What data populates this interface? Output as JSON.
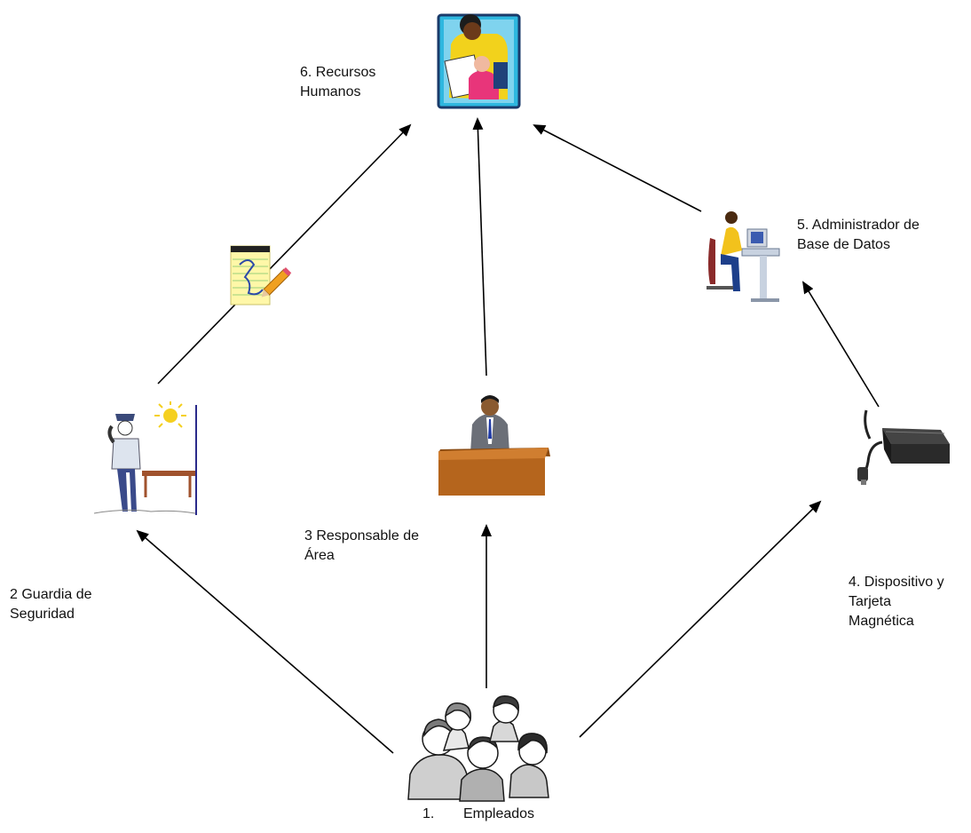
{
  "nodes": {
    "hr": {
      "line1": "6. Recursos",
      "line2": "Humanos",
      "icon": "hr-people-icon"
    },
    "dba": {
      "line1": "5. Administrador de",
      "line2": "Base de Datos",
      "icon": "computer-user-icon"
    },
    "device": {
      "line1": "4. Dispositivo y",
      "line2": "Tarjeta",
      "line3": "Magnética",
      "icon": "card-reader-icon"
    },
    "area": {
      "line1": "3 Responsable de",
      "line2": "Área",
      "icon": "person-at-desk-icon"
    },
    "guard": {
      "line1": "2 Guardia de",
      "line2": "Seguridad",
      "icon": "security-guard-icon"
    },
    "employees": {
      "number": "1.",
      "label": "Empleados",
      "icon": "group-of-people-icon"
    }
  },
  "notepad": {
    "icon": "notepad-pencil-icon"
  },
  "colors": {
    "arrow": "#000000",
    "desk": "#b5651d",
    "note": "#fff7a8"
  }
}
